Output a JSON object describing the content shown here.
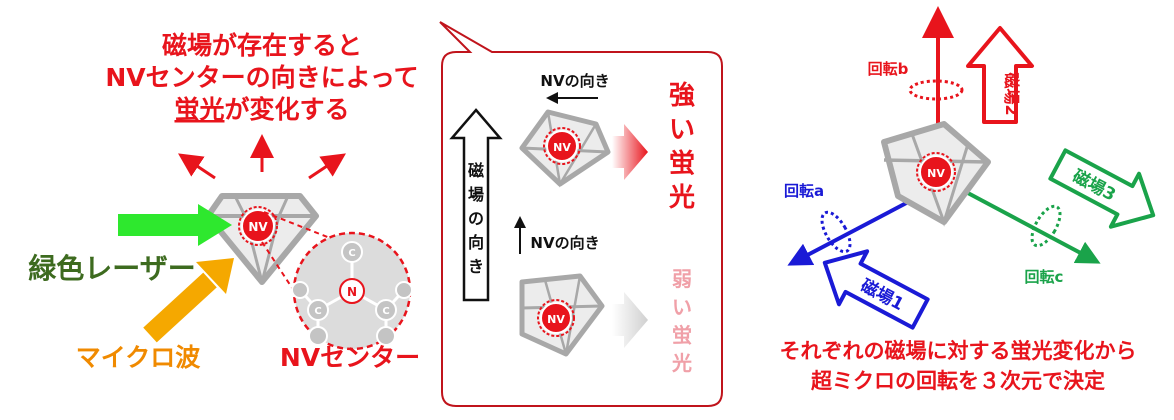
{
  "colors": {
    "red": "#e8141c",
    "dark_red": "#c0141c",
    "green": "#2ee82e",
    "dark_green": "#3d6b1f",
    "gold": "#f5a800",
    "orange": "#f08a00",
    "blue": "#1a1ad6",
    "teal_green": "#1aa34a",
    "pink": "#f0a0a8",
    "gray": "#a8a8a8",
    "light_gray": "#e2e2e2"
  },
  "left": {
    "caption_line1": "磁場が存在すると",
    "caption_line2": "NVセンターの向きによって",
    "caption_line3_underlined": "蛍光",
    "caption_line3_rest": "が変化する",
    "laser_label": "緑色レーザー",
    "microwave_label": "マイクロ波",
    "nv_center_label": "NVセンター",
    "nv_badge": "NV",
    "lattice_center": "N",
    "lattice_atom": "C"
  },
  "middle": {
    "field_direction_chars": [
      "磁",
      "場",
      "の",
      "向",
      "き"
    ],
    "nv_direction_top": "NVの向き",
    "nv_direction_bottom": "NVの向き",
    "strong_chars": [
      "強",
      "い",
      "蛍",
      "光"
    ],
    "weak_chars": [
      "弱",
      "い",
      "蛍",
      "光"
    ],
    "nv_badge": "NV"
  },
  "right": {
    "rotation_a": "回転a",
    "rotation_b": "回転b",
    "rotation_c": "回転c",
    "field1": "磁場1",
    "field2": "磁場2",
    "field3": "磁場3",
    "nv_badge": "NV",
    "caption_line1": "それぞれの磁場に対する蛍光変化から",
    "caption_line2": "超ミクロの回転を３次元で決定"
  }
}
